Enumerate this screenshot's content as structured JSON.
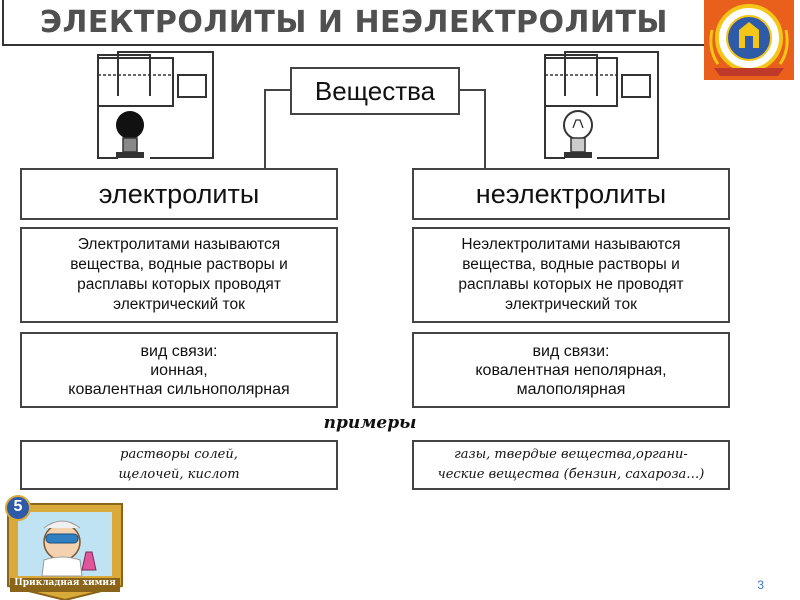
{
  "slide": {
    "title": "ЭЛЕКТРОЛИТЫ И НЕЭЛЕКТРОЛИТЫ",
    "page_number": "3"
  },
  "diagram": {
    "root": "Вещества",
    "left": {
      "header": "электролиты",
      "definition": "Электролитами называются\nвещества, водные растворы и\nрасплавы которых проводят\nэлектрический ток",
      "bond": "вид связи:\nионная,\nковалентная сильнополярная",
      "examples": "растворы солей,\nщелочей, кислот"
    },
    "right": {
      "header": "неэлектролиты",
      "definition": "Неэлектролитами называются\nвещества, водные растворы и\nрасплавы которых не проводят\nэлектрический ток",
      "bond": "вид связи:\nковалентная неполярная,\nмалополярная",
      "examples": "газы, твердые вещества,органи-\nческие вещества (бензин, сахароза…)"
    },
    "examples_label": "примеры"
  },
  "badge": {
    "number": "5",
    "caption": "Прикладная химия"
  },
  "colors": {
    "accent": "#3a78c4",
    "emblem_bg": "#e8601c",
    "emblem_ring": "#f5c518",
    "badge_gold": "#d9a93a"
  }
}
